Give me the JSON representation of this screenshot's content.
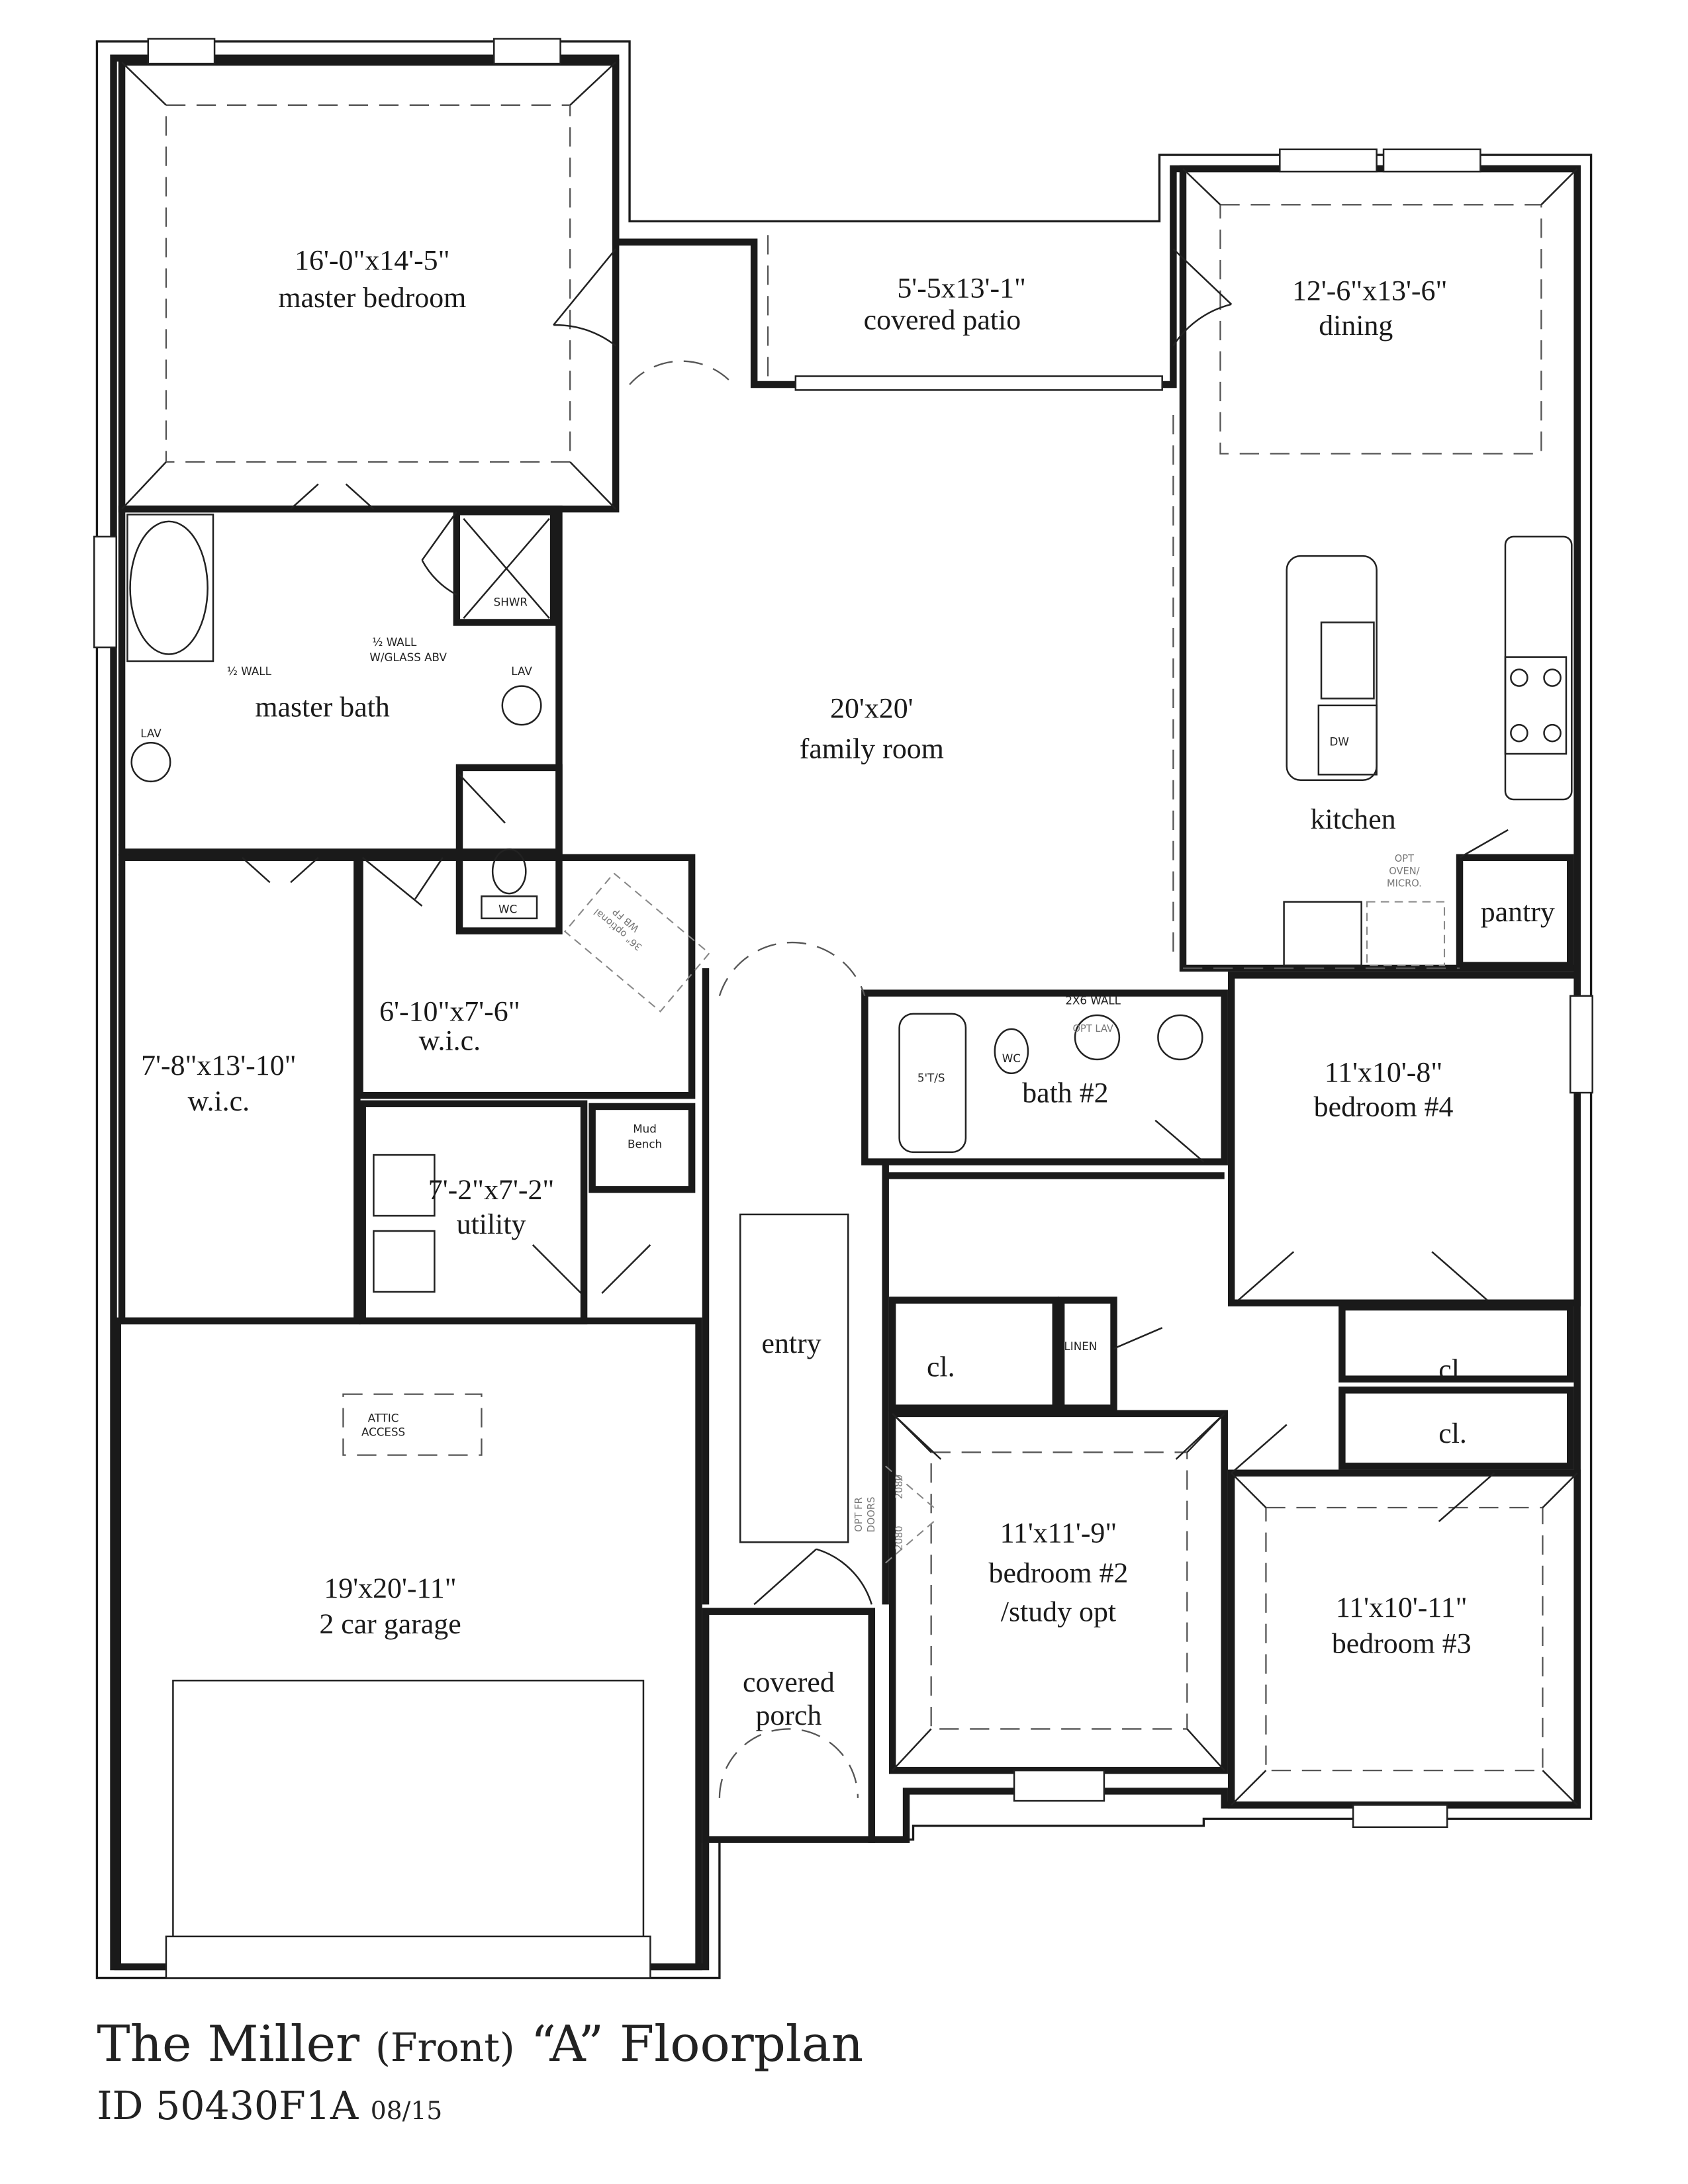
{
  "title": {
    "name": "The Miller",
    "elevation": "(Front)",
    "variant": "“A” Floorplan",
    "id": "ID 50430F1A",
    "date": "08/15"
  },
  "rooms": {
    "master_bedroom": {
      "dims": "16'-0\"x14'-5\"",
      "name": "master bedroom"
    },
    "covered_patio": {
      "dims": "5'-5x13'-1\"",
      "name": "covered patio"
    },
    "dining": {
      "dims": "12'-6\"x13'-6\"",
      "name": "dining"
    },
    "family_room": {
      "dims": "20'x20'",
      "name": "family room"
    },
    "kitchen": {
      "name": "kitchen"
    },
    "master_bath": {
      "name": "master bath"
    },
    "pantry": {
      "name": "pantry"
    },
    "wic_small": {
      "dims": "6'-10\"x7'-6\"",
      "name": "w.i.c."
    },
    "wic_large": {
      "dims": "7'-8\"x13'-10\"",
      "name": "w.i.c."
    },
    "bath2": {
      "name": "bath #2"
    },
    "bedroom4": {
      "dims": "11'x10'-8\"",
      "name": "bedroom #4"
    },
    "utility": {
      "dims": "7'-2\"x7'-2\"",
      "name": "utility"
    },
    "entry": {
      "name": "entry"
    },
    "closet_a": {
      "name": "cl."
    },
    "linen": {
      "name": "LINEN"
    },
    "closet_b": {
      "name": "cl."
    },
    "closet_c": {
      "name": "cl."
    },
    "bedroom2": {
      "dims": "11'x11'-9\"",
      "name": "bedroom #2",
      "note": "/study opt"
    },
    "bedroom3": {
      "dims": "11'x10'-11\"",
      "name": "bedroom #3"
    },
    "garage": {
      "dims": "19'x20'-11\"",
      "name": "2 car garage"
    },
    "covered_porch": {
      "line1": "covered",
      "line2": "porch"
    }
  },
  "fixtures": {
    "shower": "SHWR",
    "lav_1": "LAV",
    "lav_2": "LAV",
    "wc_master": "WC",
    "half_wall_glass_1": "½ WALL",
    "half_wall_glass_2": "W/GLASS ABV",
    "half_wall": "½ WALL",
    "tub_shower": "5'T/S",
    "wc_bath2": "WC",
    "dishwasher": "DW",
    "wall_2x6": "2X6 WALL",
    "opt_lav": "OPT LAV",
    "mud_bench_1": "Mud",
    "mud_bench_2": "Bench",
    "attic_1": "ATTIC",
    "attic_2": "ACCESS",
    "opt_oven_1": "OPT",
    "opt_oven_2": "OVEN/",
    "opt_oven_3": "MICRO.",
    "fireplace_1": "36\" optional",
    "fireplace_2": "WB FP",
    "opt_fr_doors_1": "OPT FR",
    "opt_fr_doors_2": "DOORS",
    "door_size_1": "2080",
    "door_size_2": "2080"
  }
}
